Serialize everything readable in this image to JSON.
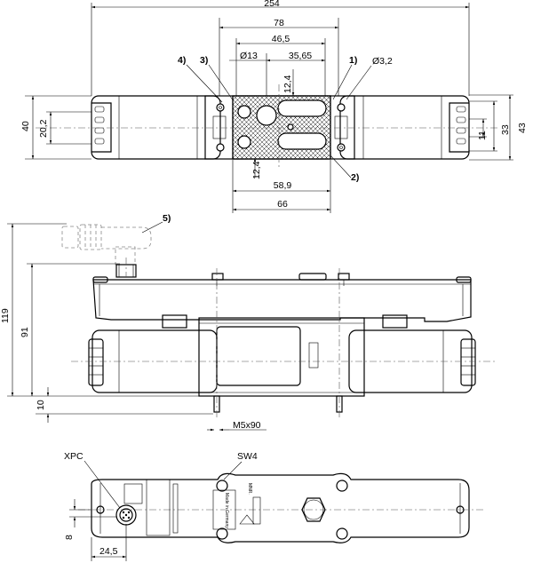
{
  "dimensions": {
    "overall_length": "254",
    "body_width": "78",
    "port_spacing": "46,5",
    "port_pitch": "35,65",
    "port_diameter": "Ø13",
    "hole_diameter": "Ø3,2",
    "offset_top": "12,4",
    "offset_bottom": "12,4",
    "base_width": "58,9",
    "flange_width": "66",
    "height_left": "40",
    "height_left_inner": "20,2",
    "right_11": "11",
    "right_33": "33",
    "right_43": "43",
    "total_height": "119",
    "body_height": "91",
    "base_offset": "10",
    "bolt": "M5x90",
    "bottom_offset": "8",
    "connector_offset": "24,5"
  },
  "callouts": {
    "c1": "1)",
    "c2": "2)",
    "c3": "3)",
    "c4": "4)",
    "c5": "5)",
    "xpc": "XPC",
    "sw4": "SW4"
  },
  "plate_text": {
    "made": "Made in Germany",
    "mark": "MNR."
  },
  "icons": {
    "hatch": "cross-hatch-pattern",
    "connector": "m12-connector-icon",
    "nut": "hex-nut-icon",
    "screw": "screw-head-icon"
  }
}
